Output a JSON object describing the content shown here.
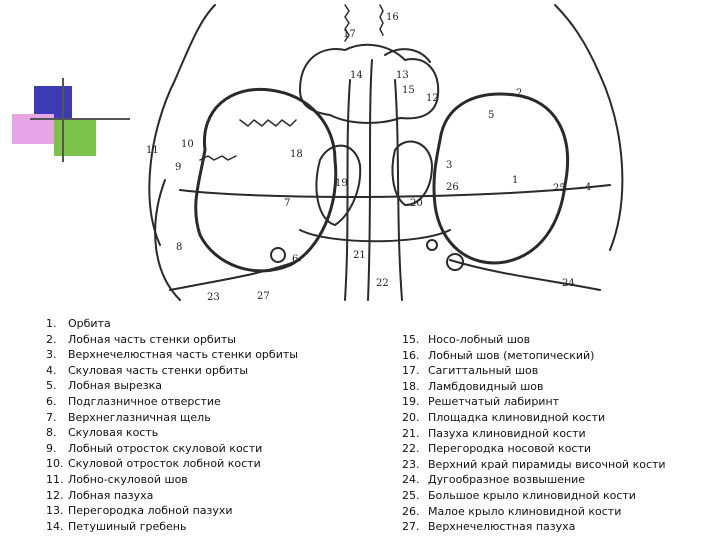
{
  "colors": {
    "blue_square": "#3b3bb5",
    "pink_square": "#e6a6e6",
    "green_square": "#7cc34a",
    "line": "#2a2a2a"
  },
  "diagram_numbers": [
    "1",
    "2",
    "3",
    "4",
    "5",
    "6",
    "7",
    "8",
    "9",
    "10",
    "11",
    "12",
    "13",
    "14",
    "15",
    "16",
    "17",
    "18",
    "19",
    "20",
    "21",
    "22",
    "23",
    "24",
    "25",
    "26",
    "27"
  ],
  "legend_left": [
    {
      "num": "1.",
      "text": "Орбита"
    },
    {
      "num": "2.",
      "text": "Лобная часть стенки орбиты"
    },
    {
      "num": "3.",
      "text": "Верхнечелюстная часть стенки орбиты"
    },
    {
      "num": "4.",
      "text": "Скуловая часть стенки орбиты"
    },
    {
      "num": "5.",
      "text": "Лобная вырезка"
    },
    {
      "num": "6.",
      "text": "Подглазничное отверстие"
    },
    {
      "num": "7.",
      "text": "Верхнеглазничная щель"
    },
    {
      "num": "8.",
      "text": "Скуловая кость"
    },
    {
      "num": "9.",
      "text": "Лобный отросток скуловой кости"
    },
    {
      "num": "10.",
      "text": "Скуловой отросток лобной кости"
    },
    {
      "num": "11.",
      "text": "Лобно-скуловой шов"
    },
    {
      "num": "12.",
      "text": "Лобная пазуха"
    },
    {
      "num": "13.",
      "text": "Перегородка лобной пазухи"
    },
    {
      "num": "14.",
      "text": "Петушиный гребень"
    }
  ],
  "legend_right": [
    {
      "num": "15.",
      "text": "Носо-лобный шов"
    },
    {
      "num": "16.",
      "text": "Лобный шов (метопический)"
    },
    {
      "num": "17.",
      "text": "Сагиттальный шов"
    },
    {
      "num": "18.",
      "text": "Ламбдовидный шов"
    },
    {
      "num": "19.",
      "text": "Решетчатый лабиринт"
    },
    {
      "num": "20.",
      "text": "Площадка клиновидной кости"
    },
    {
      "num": "21.",
      "text": "Пазуха клиновидной кости"
    },
    {
      "num": "22.",
      "text": "Перегородка носовой кости"
    },
    {
      "num": "23.",
      "text": "Верхний край пирамиды височной кости"
    },
    {
      "num": "24.",
      "text": "Дугообразное возвышение"
    },
    {
      "num": "25.",
      "text": "Большое крыло клиновидной кости"
    },
    {
      "num": "26.",
      "text": "Малое крыло клиновидной кости"
    },
    {
      "num": "27.",
      "text": "Верхнечелюстная пазуха"
    }
  ]
}
